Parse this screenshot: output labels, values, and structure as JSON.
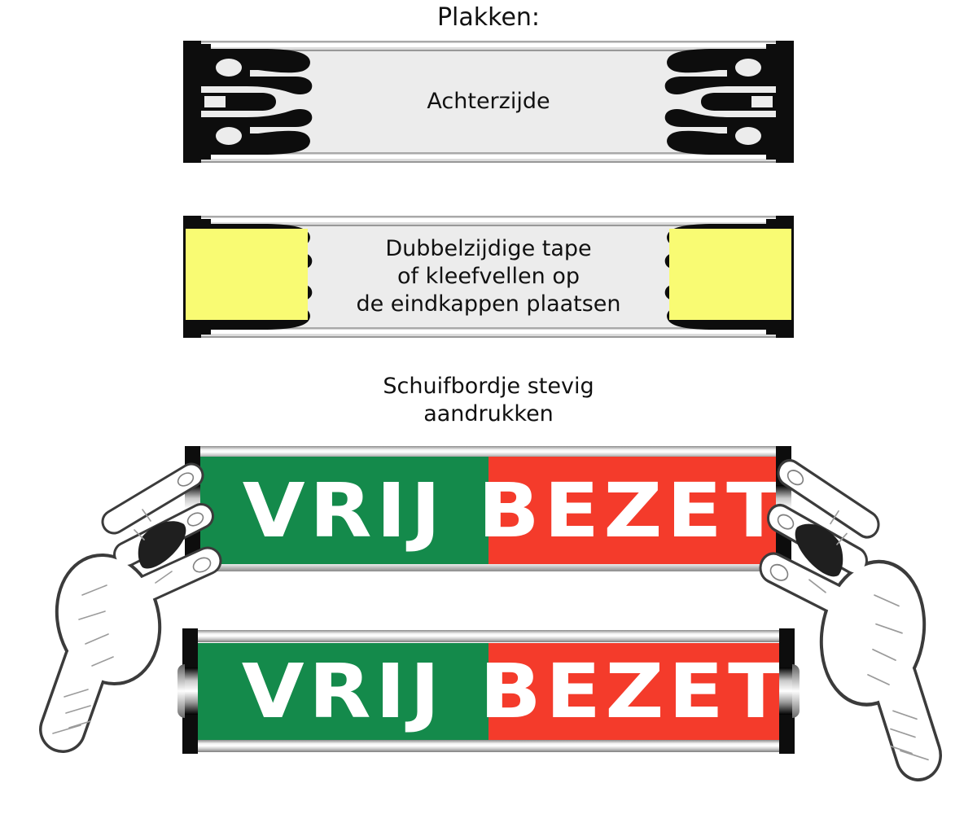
{
  "title": "Plakken:",
  "colors": {
    "green": "#148a4b",
    "red": "#f43b2b",
    "yellow": "#f9fb73",
    "panel_bg": "#ececec",
    "cap": "#0d0d0d",
    "ink": "#111111"
  },
  "panel_back": {
    "label": "Achterzijde"
  },
  "panel_tape": {
    "lines": [
      "Dubbelzijdige tape",
      "of kleefvellen op",
      "de eindkappen plaatsen"
    ]
  },
  "instruction": {
    "lines": [
      "Schuifbordje stevig",
      "aandrukken"
    ]
  },
  "sign_held": {
    "left_label": "VRIJ",
    "right_label": "BEZET"
  },
  "sign_placed": {
    "left_label": "VRIJ",
    "right_label": "BEZET"
  }
}
